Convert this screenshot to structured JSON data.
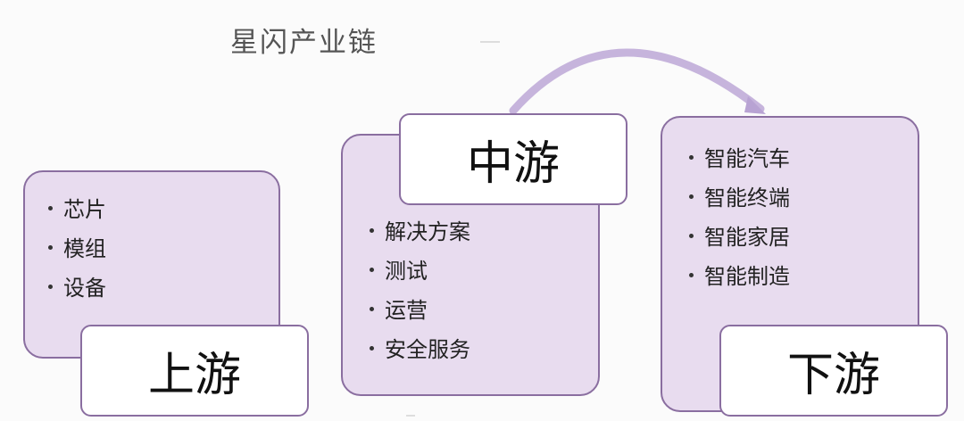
{
  "title": "星闪产业链",
  "upstream": {
    "label": "上游",
    "items": [
      "芯片",
      "模组",
      "设备"
    ]
  },
  "midstream": {
    "label": "中游",
    "items": [
      "解决方案",
      "测试",
      "运营",
      "安全服务"
    ]
  },
  "downstream": {
    "label": "下游",
    "items": [
      "智能汽车",
      "智能终端",
      "智能家居",
      "智能制造"
    ]
  },
  "colors": {
    "box_fill": "#e8dcef",
    "box_border": "#8a6ea0",
    "arrow": "#c6b4dc",
    "label_fill": "#ffffff"
  }
}
